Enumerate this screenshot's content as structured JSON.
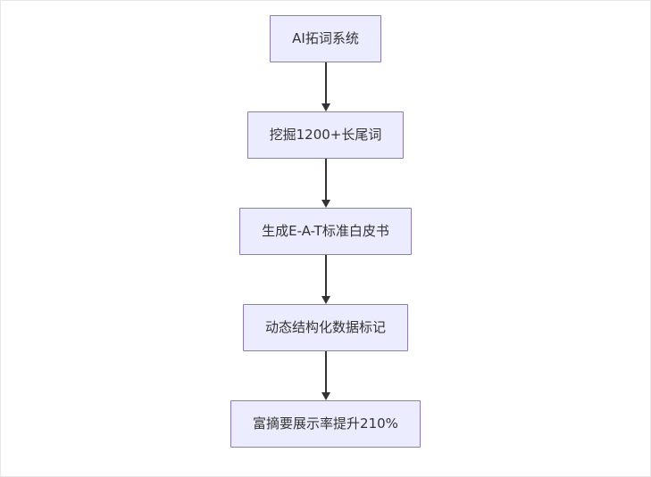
{
  "diagram": {
    "type": "flowchart",
    "direction": "top-down",
    "nodes": [
      {
        "id": "n1",
        "label": "AI拓词系统"
      },
      {
        "id": "n2",
        "label": "挖掘1200+长尾词"
      },
      {
        "id": "n3",
        "label": "生成E-A-T标准白皮书"
      },
      {
        "id": "n4",
        "label": "动态结构化数据标记"
      },
      {
        "id": "n5",
        "label": "富摘要展示率提升210%"
      }
    ],
    "edges": [
      {
        "from": "n1",
        "to": "n2",
        "style": "arrow"
      },
      {
        "from": "n2",
        "to": "n3",
        "style": "arrow"
      },
      {
        "from": "n3",
        "to": "n4",
        "style": "arrow"
      },
      {
        "from": "n4",
        "to": "n5",
        "style": "arrow"
      }
    ],
    "colors": {
      "node_fill": "#ECECFF",
      "node_border": "#9370DB",
      "arrow": "#333333",
      "text": "#333333",
      "background": "#FFFFFF"
    }
  }
}
